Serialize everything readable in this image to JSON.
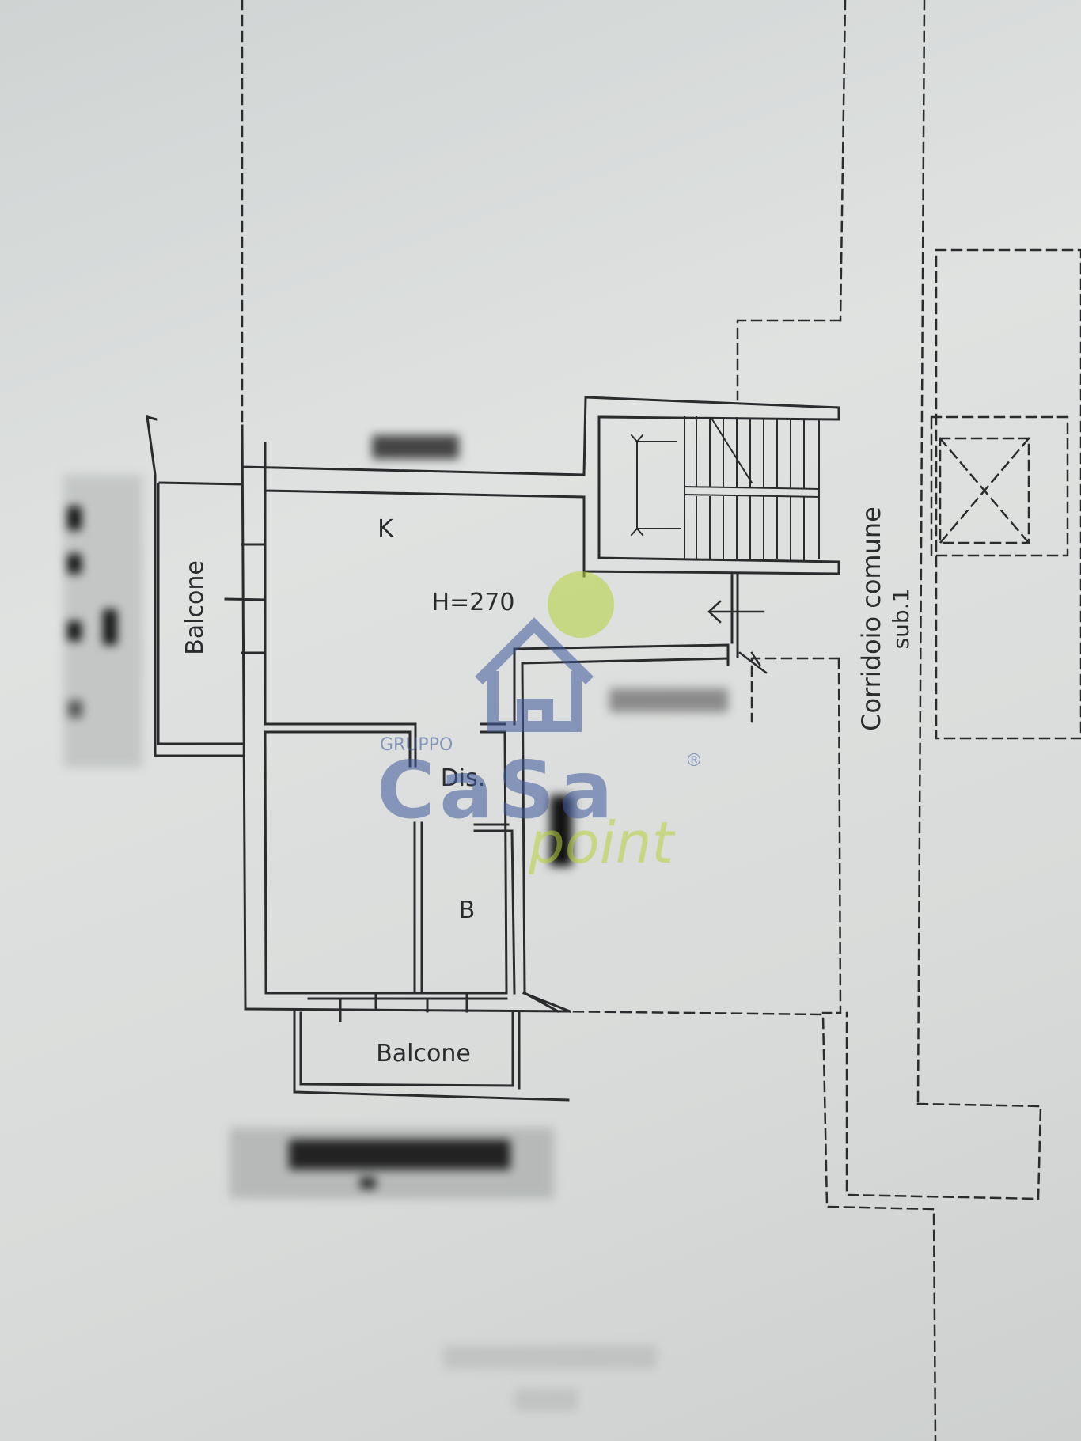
{
  "plan": {
    "rooms": {
      "kitchen": "K",
      "height": "H=270",
      "disimpegno": "Dis.",
      "bagno": "B",
      "balcone_left": "Balcone",
      "balcone_bottom": "Balcone"
    },
    "corridor_line1": "Corridoio comune",
    "corridor_line2": "sub.1"
  },
  "watermark": {
    "group": "GRUPPO",
    "brand": "CaSa",
    "sub": "point",
    "reg": "®"
  },
  "colors": {
    "line": "#2b2b2e",
    "watermark_blue": "#3f5a9c",
    "watermark_green": "#b6d23a",
    "paper": "#dcdfde"
  }
}
